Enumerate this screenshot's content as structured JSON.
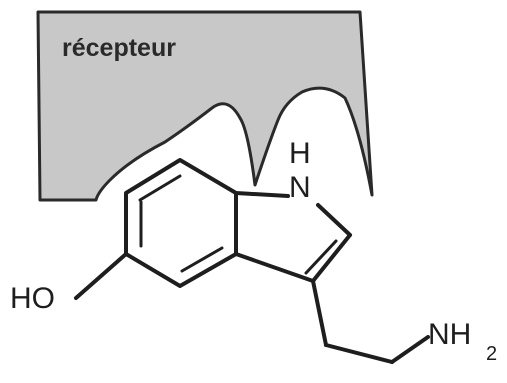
{
  "receptor": {
    "label": "récepteur",
    "fill": "#c8c8c8",
    "stroke": "#2a2a2a"
  },
  "molecule": {
    "atoms": {
      "h": "H",
      "n": "N",
      "ho": "HO",
      "nh": "NH",
      "sub2": "2"
    },
    "bond_color": "#1e1e1e"
  }
}
